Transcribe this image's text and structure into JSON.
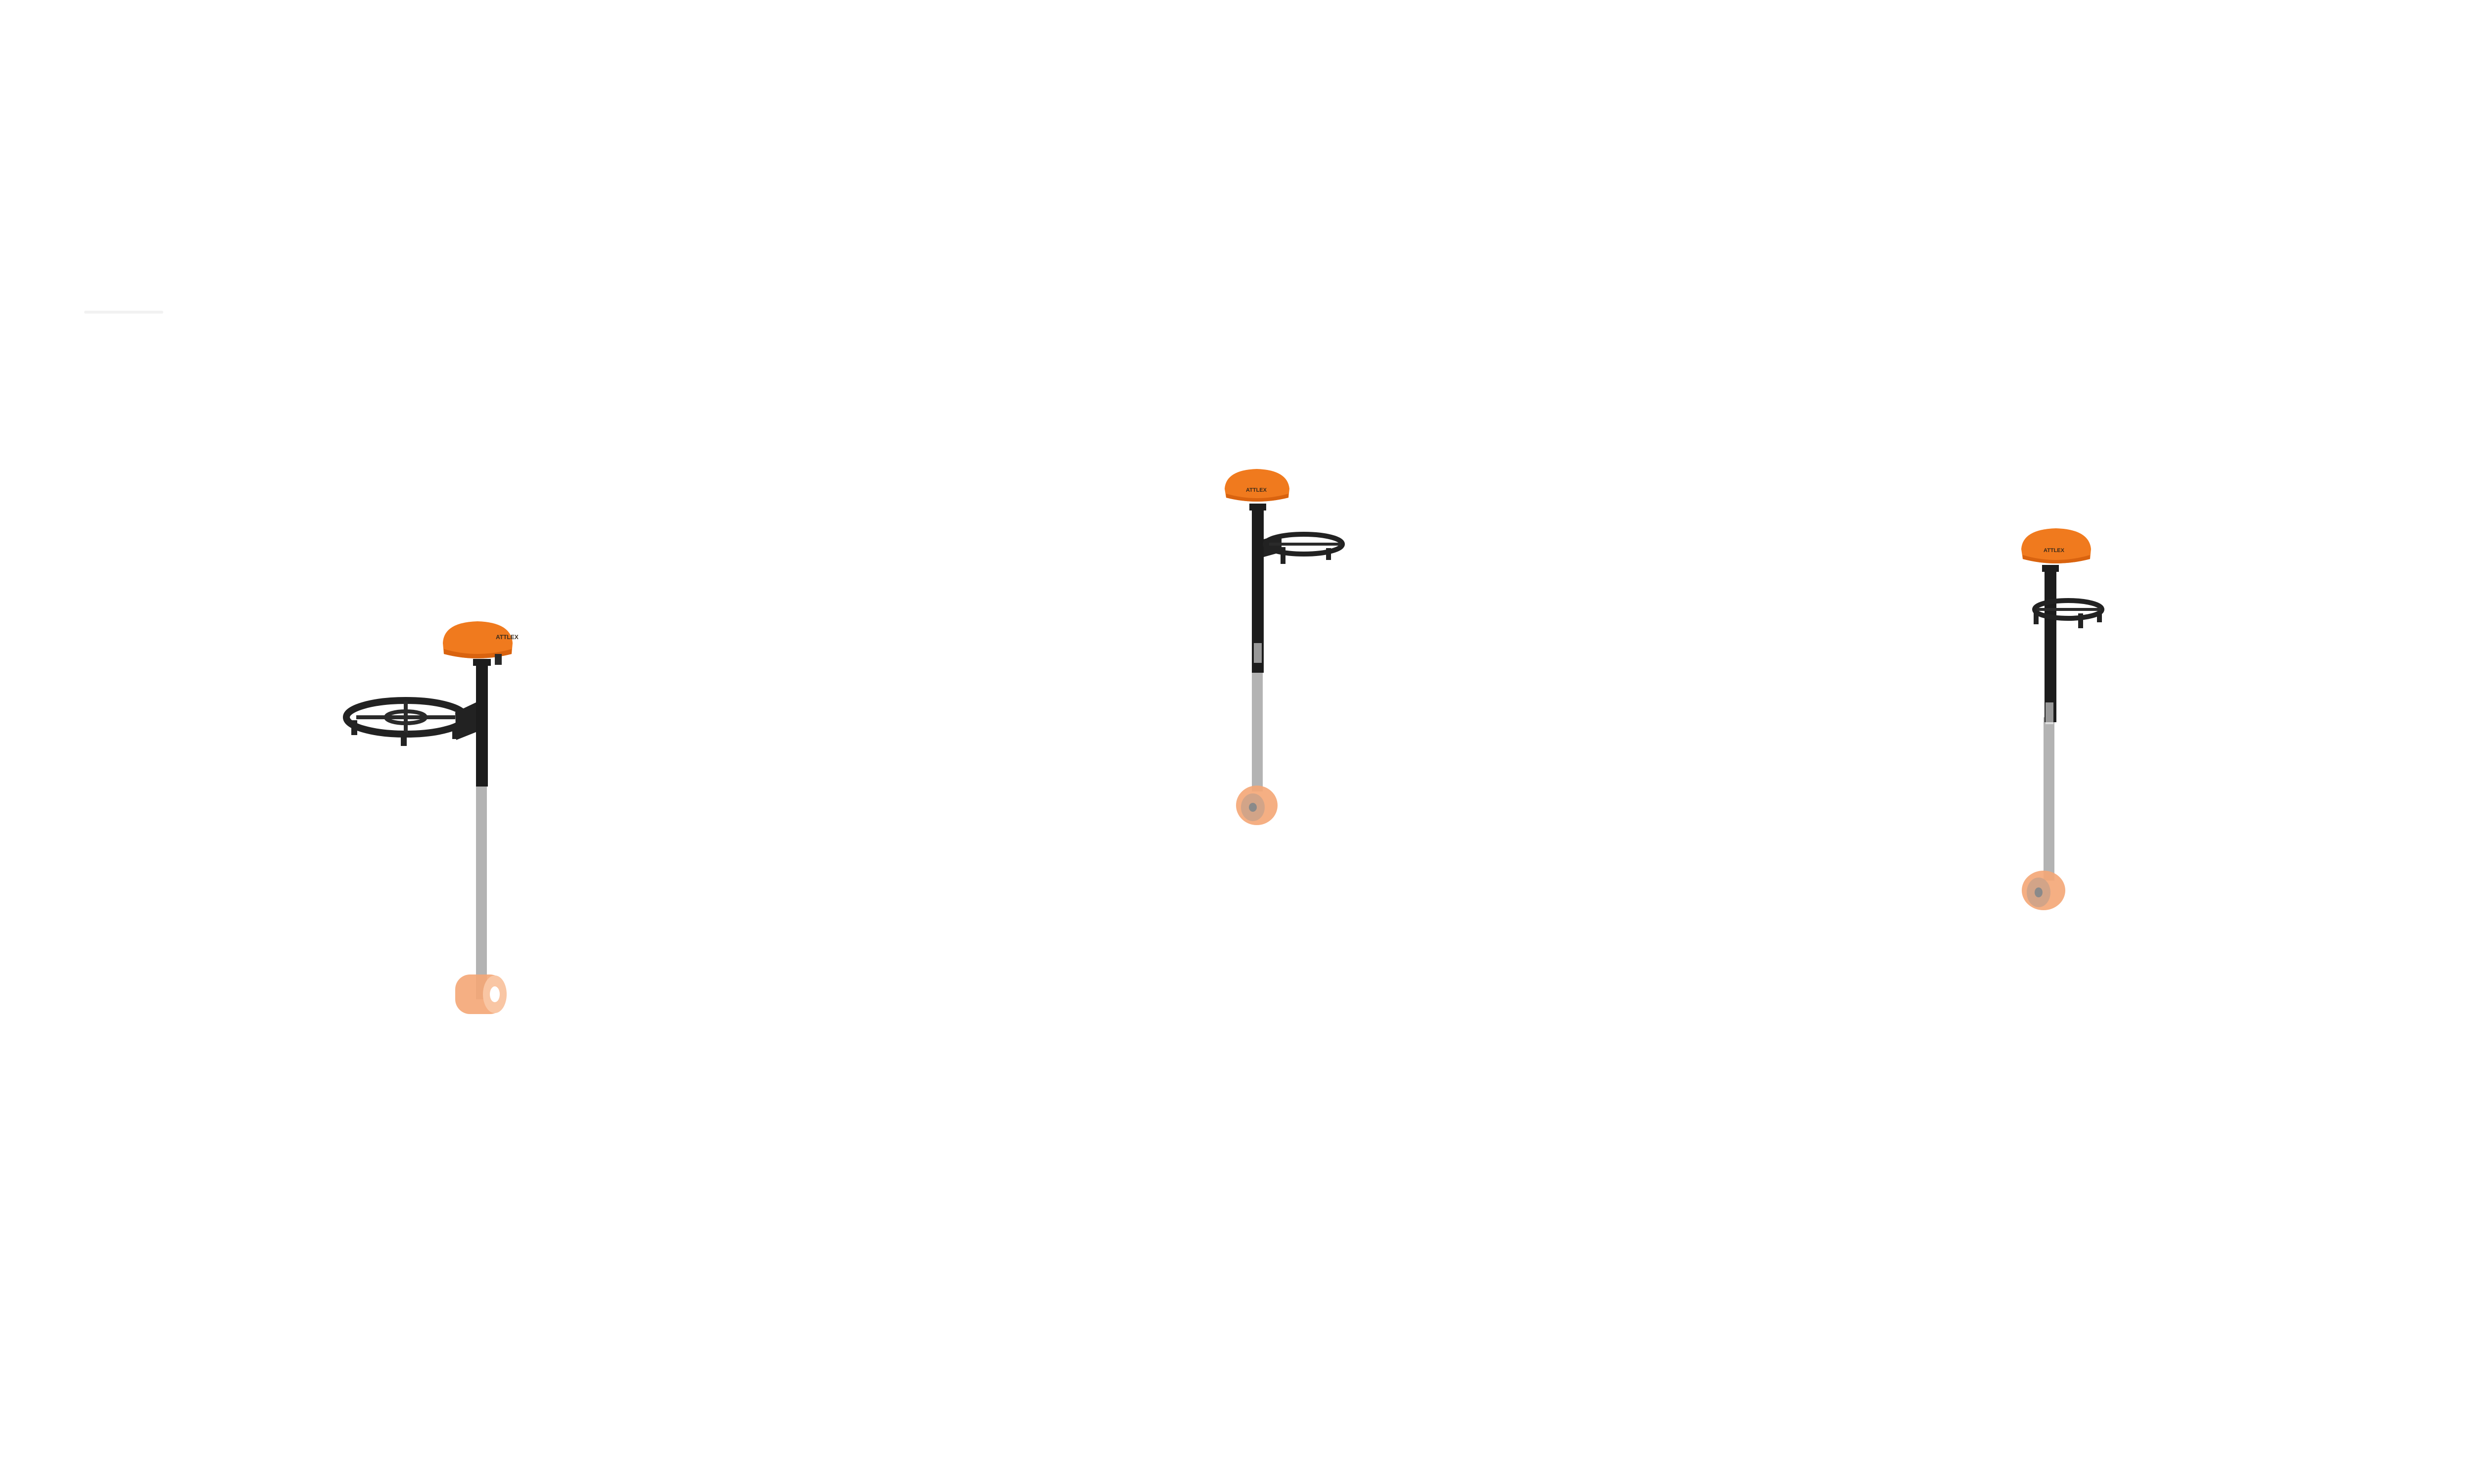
{
  "scene": {
    "background": "#ffffff",
    "devices": [
      {
        "name": "gnss-pole-left",
        "brand_label": "ATTLEX",
        "variant": "large-holder",
        "colors": {
          "cap": "#f07a1e",
          "cap_shade": "#d9630f",
          "pole_upper": "#1c1c1c",
          "pole_lower": "#9a9a9a",
          "wheel": "#f4a676",
          "holder": "#222222"
        }
      },
      {
        "name": "gnss-pole-center",
        "brand_label": "ATTLEX",
        "variant": "small-holder",
        "colors": {
          "cap": "#f07a1e",
          "cap_shade": "#d9630f",
          "pole_upper": "#1c1c1c",
          "pole_lower": "#9a9a9a",
          "wheel": "#f4a676",
          "holder": "#222222"
        }
      },
      {
        "name": "gnss-pole-right",
        "brand_label": "ATTLEX",
        "variant": "small-holder",
        "colors": {
          "cap": "#f07a1e",
          "cap_shade": "#d9630f",
          "pole_upper": "#1c1c1c",
          "pole_lower": "#9a9a9a",
          "wheel": "#f4a676",
          "holder": "#222222"
        }
      }
    ]
  }
}
